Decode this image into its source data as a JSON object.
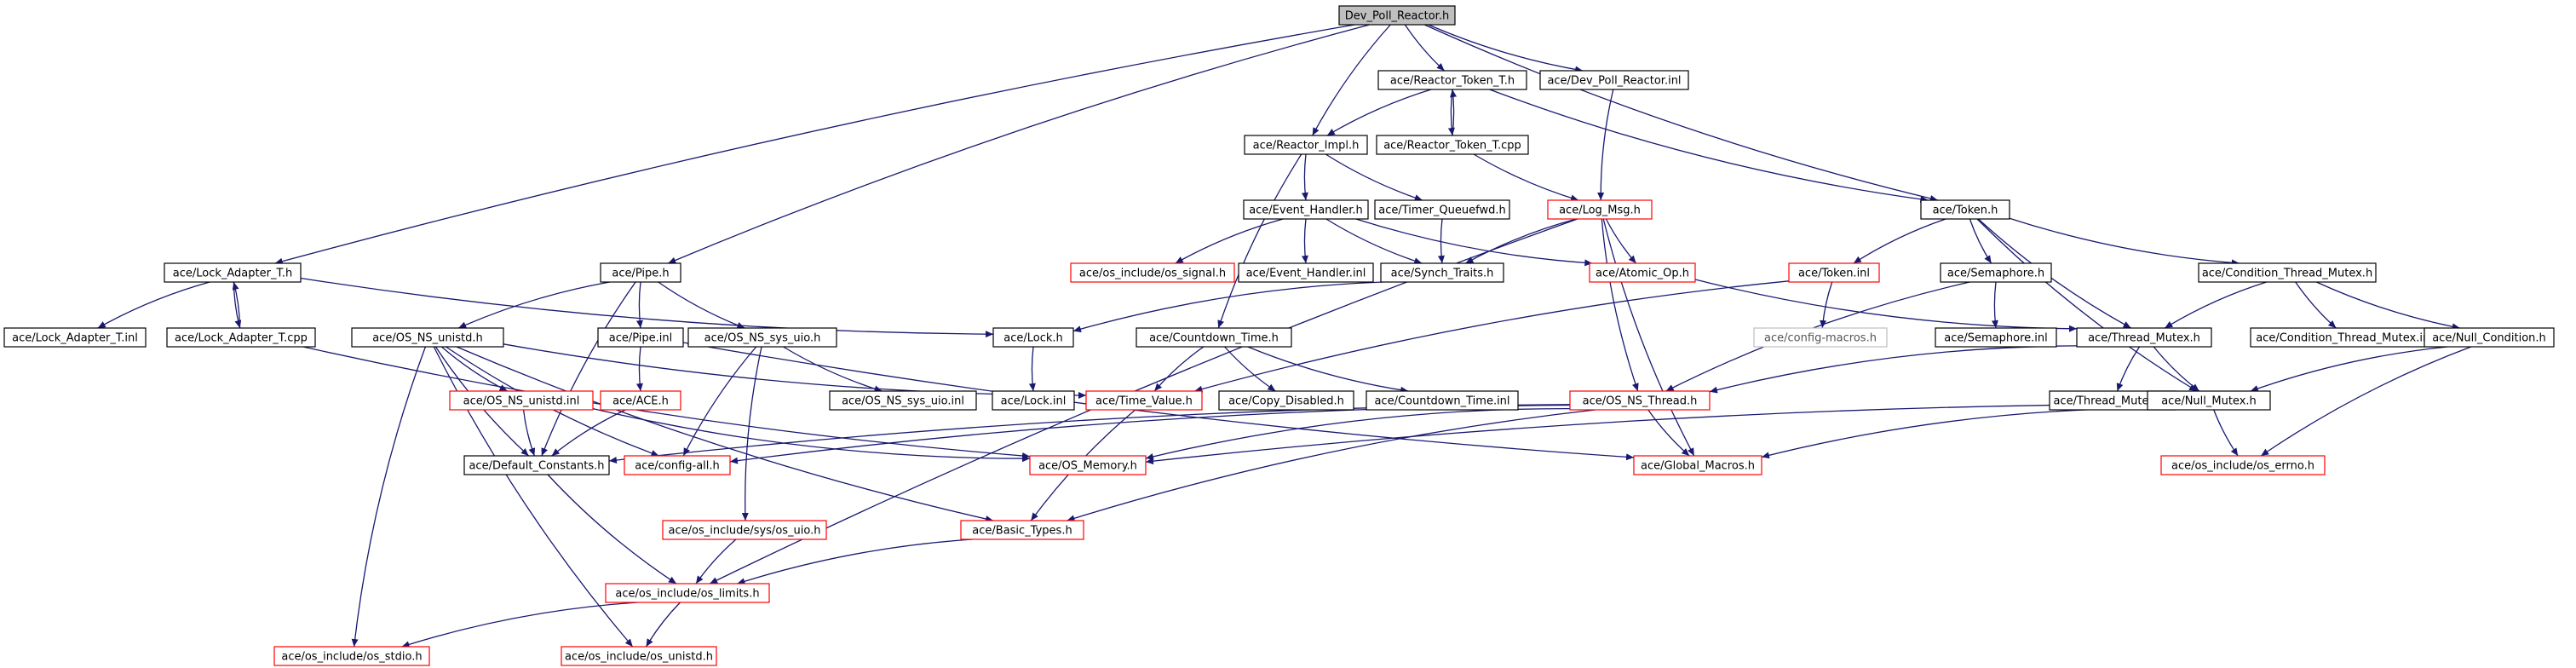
{
  "colors": {
    "edge": "#191970",
    "normal_border": "#000000",
    "missing_border": "#ff0000",
    "undoc_border": "#bfbfbf",
    "root_fill": "#bfbfbf"
  },
  "nodes": [
    {
      "id": "root",
      "label": "Dev_Poll_Reactor.h",
      "style": "root"
    },
    {
      "id": "rtokt_h",
      "label": "ace/Reactor_Token_T.h",
      "style": "black"
    },
    {
      "id": "dpr_inl",
      "label": "ace/Dev_Poll_Reactor.inl",
      "style": "black"
    },
    {
      "id": "rtokt_cpp",
      "label": "ace/Reactor_Token_T.cpp",
      "style": "black"
    },
    {
      "id": "rimpl",
      "label": "ace/Reactor_Impl.h",
      "style": "black"
    },
    {
      "id": "evh",
      "label": "ace/Event_Handler.h",
      "style": "black"
    },
    {
      "id": "tqfwd",
      "label": "ace/Timer_Queuefwd.h",
      "style": "black"
    },
    {
      "id": "logmsg",
      "label": "ace/Log_Msg.h",
      "style": "red"
    },
    {
      "id": "token_h",
      "label": "ace/Token.h",
      "style": "black"
    },
    {
      "id": "lad_h",
      "label": "ace/Lock_Adapter_T.h",
      "style": "black"
    },
    {
      "id": "pipe_h",
      "label": "ace/Pipe.h",
      "style": "black"
    },
    {
      "id": "os_signal",
      "label": "ace/os_include/os_signal.h",
      "style": "red"
    },
    {
      "id": "evh_inl",
      "label": "ace/Event_Handler.inl",
      "style": "black"
    },
    {
      "id": "synch",
      "label": "ace/Synch_Traits.h",
      "style": "black"
    },
    {
      "id": "atomic",
      "label": "ace/Atomic_Op.h",
      "style": "red"
    },
    {
      "id": "token_inl",
      "label": "ace/Token.inl",
      "style": "red"
    },
    {
      "id": "sem_h",
      "label": "ace/Semaphore.h",
      "style": "black"
    },
    {
      "id": "ctm_h",
      "label": "ace/Condition_Thread_Mutex.h",
      "style": "black"
    },
    {
      "id": "lad_inl",
      "label": "ace/Lock_Adapter_T.inl",
      "style": "black"
    },
    {
      "id": "lad_cpp",
      "label": "ace/Lock_Adapter_T.cpp",
      "style": "black"
    },
    {
      "id": "unistd_h",
      "label": "ace/OS_NS_unistd.h",
      "style": "black"
    },
    {
      "id": "pipe_inl",
      "label": "ace/Pipe.inl",
      "style": "black"
    },
    {
      "id": "sysuio_h",
      "label": "ace/OS_NS_sys_uio.h",
      "style": "black"
    },
    {
      "id": "lock_h",
      "label": "ace/Lock.h",
      "style": "black"
    },
    {
      "id": "cdt_h",
      "label": "ace/Countdown_Time.h",
      "style": "black"
    },
    {
      "id": "cfgmacros",
      "label": "ace/config-macros.h",
      "style": "grey"
    },
    {
      "id": "sem_inl",
      "label": "ace/Semaphore.inl",
      "style": "black"
    },
    {
      "id": "tmx_h",
      "label": "ace/Thread_Mutex.h",
      "style": "black"
    },
    {
      "id": "ctm_inl",
      "label": "ace/Condition_Thread_Mutex.inl",
      "style": "black"
    },
    {
      "id": "nullcond",
      "label": "ace/Null_Condition.h",
      "style": "black"
    },
    {
      "id": "unistd_inl",
      "label": "ace/OS_NS_unistd.inl",
      "style": "red"
    },
    {
      "id": "ace_h",
      "label": "ace/ACE.h",
      "style": "red"
    },
    {
      "id": "sysuio_inl",
      "label": "ace/OS_NS_sys_uio.inl",
      "style": "black"
    },
    {
      "id": "lock_inl",
      "label": "ace/Lock.inl",
      "style": "black"
    },
    {
      "id": "timeval",
      "label": "ace/Time_Value.h",
      "style": "red"
    },
    {
      "id": "copydis",
      "label": "ace/Copy_Disabled.h",
      "style": "black"
    },
    {
      "id": "cdt_inl",
      "label": "ace/Countdown_Time.inl",
      "style": "black"
    },
    {
      "id": "osthread",
      "label": "ace/OS_NS_Thread.h",
      "style": "red"
    },
    {
      "id": "tmx_inl",
      "label": "ace/Thread_Mutex.inl",
      "style": "black"
    },
    {
      "id": "nullmx",
      "label": "ace/Null_Mutex.h",
      "style": "black"
    },
    {
      "id": "defconst",
      "label": "ace/Default_Constants.h",
      "style": "black"
    },
    {
      "id": "cfgall",
      "label": "ace/config-all.h",
      "style": "red"
    },
    {
      "id": "osmem",
      "label": "ace/OS_Memory.h",
      "style": "red"
    },
    {
      "id": "globmac",
      "label": "ace/Global_Macros.h",
      "style": "red"
    },
    {
      "id": "oserrno",
      "label": "ace/os_include/os_errno.h",
      "style": "red"
    },
    {
      "id": "ossysuio",
      "label": "ace/os_include/sys/os_uio.h",
      "style": "red"
    },
    {
      "id": "basictypes",
      "label": "ace/Basic_Types.h",
      "style": "red"
    },
    {
      "id": "oslimits",
      "label": "ace/os_include/os_limits.h",
      "style": "red"
    },
    {
      "id": "osstdio",
      "label": "ace/os_include/os_stdio.h",
      "style": "red"
    },
    {
      "id": "osunistd",
      "label": "ace/os_include/os_unistd.h",
      "style": "red"
    }
  ]
}
